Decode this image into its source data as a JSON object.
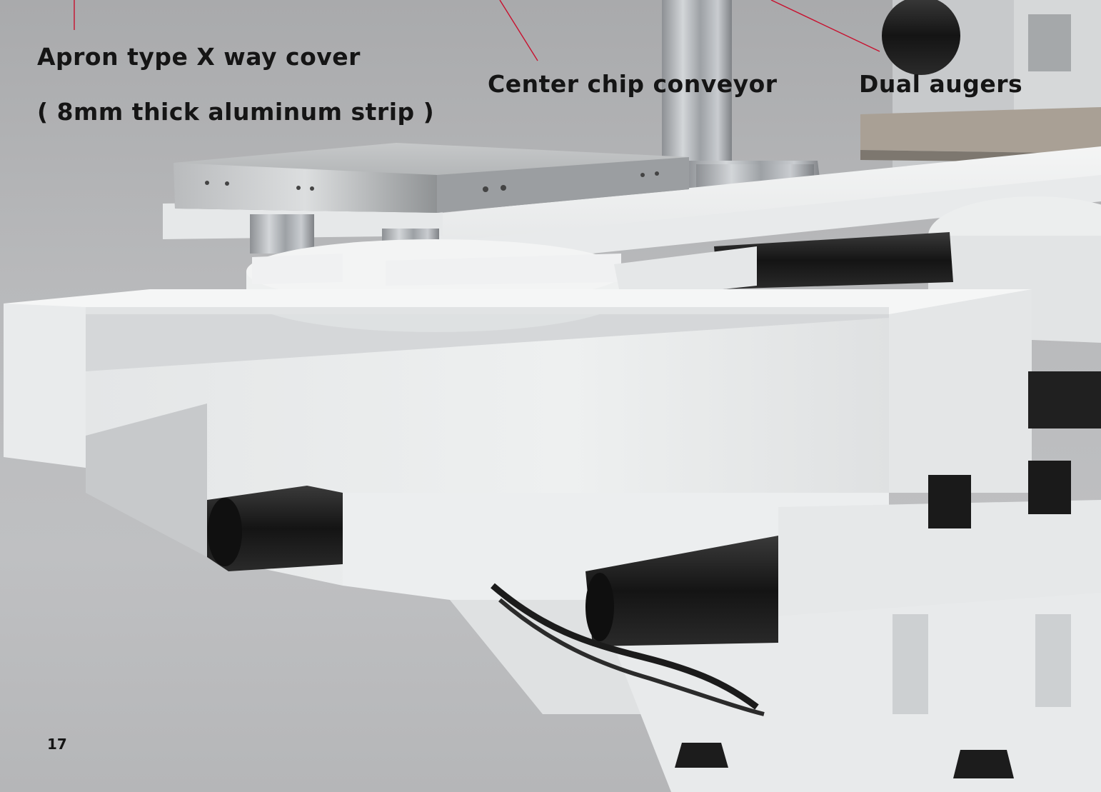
{
  "callouts": {
    "apron_title": "Apron type X way cover",
    "apron_sub": "( 8mm thick aluminum strip )",
    "conveyor": "Center chip conveyor",
    "augers": "Dual augers"
  },
  "page_number": "17",
  "colors": {
    "leader_line": "#c8102e",
    "label_text": "#151515"
  }
}
